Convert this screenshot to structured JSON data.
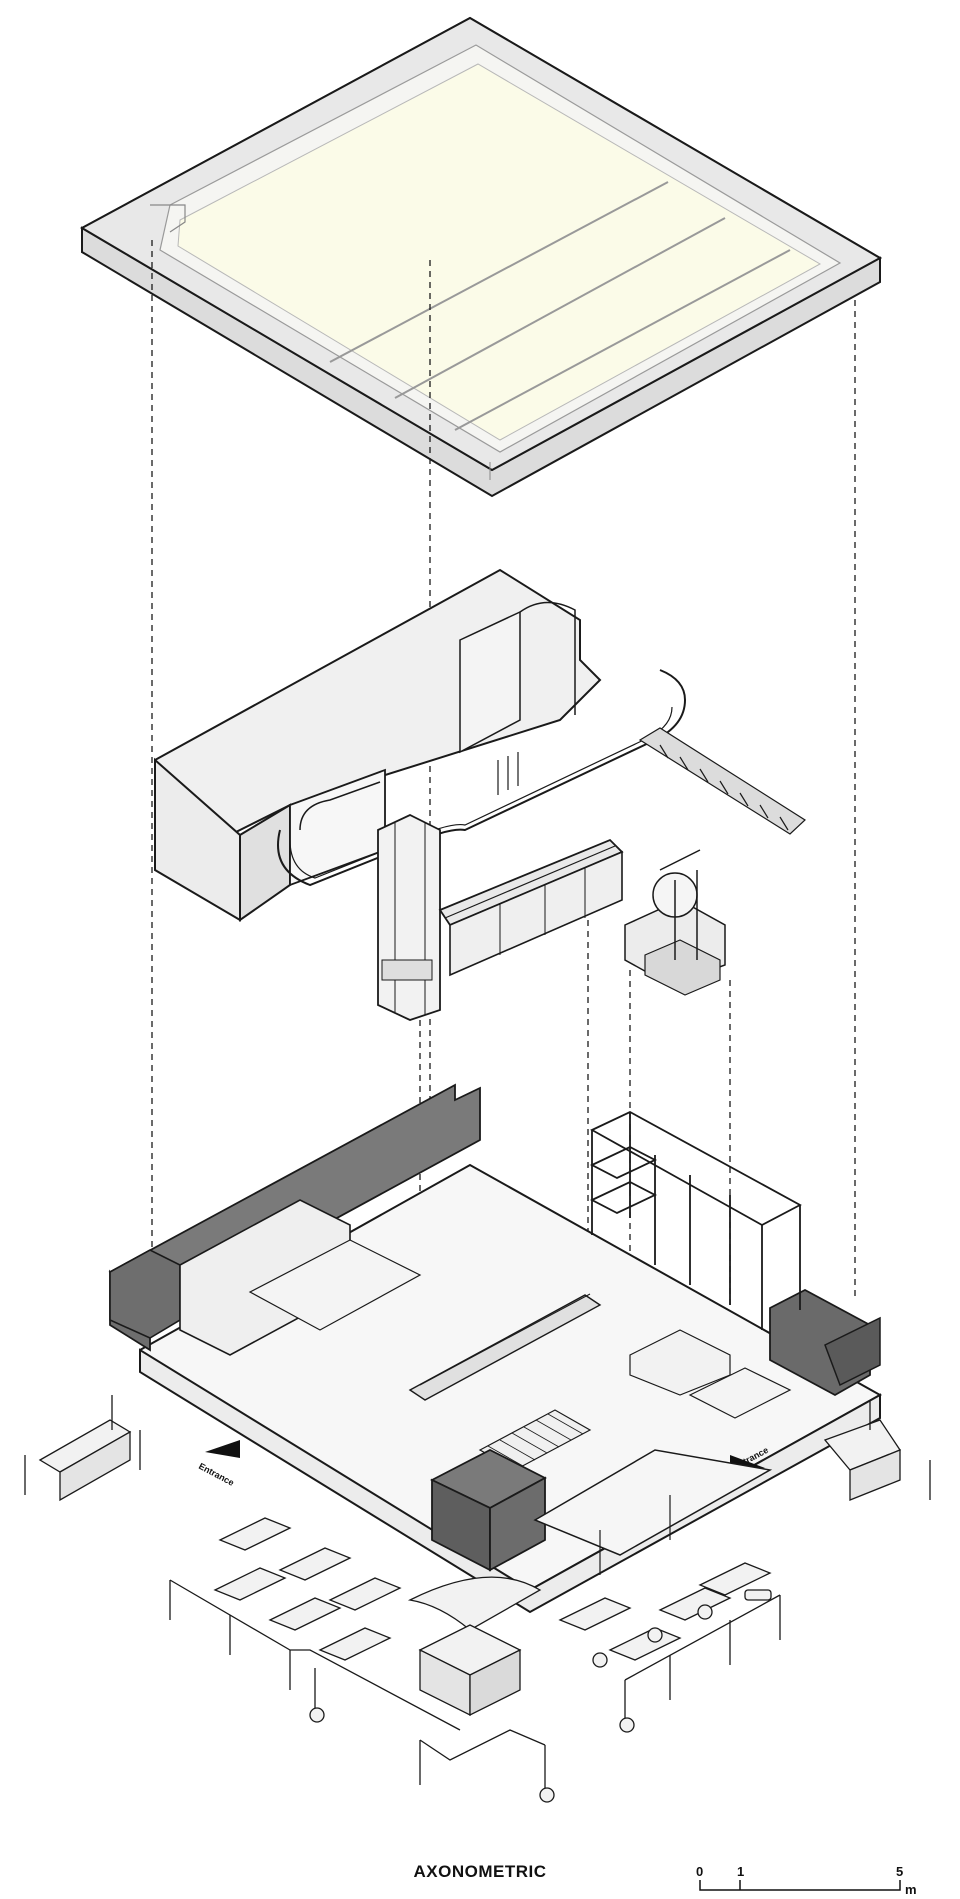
{
  "drawing": {
    "title": "AXONOMETRIC",
    "entrance_label": "Entrance",
    "scale_bar": {
      "tick_labels": [
        "0",
        "1",
        "5"
      ],
      "unit": "m"
    },
    "colors": {
      "roof_fill": "#fbfbe8",
      "roof_frame": "#e7e7e7",
      "solid_dark": "#6e6e6e",
      "box_dark": "#5f5f5f",
      "line": "#1a1a1a",
      "wall_light": "#efefef"
    }
  }
}
